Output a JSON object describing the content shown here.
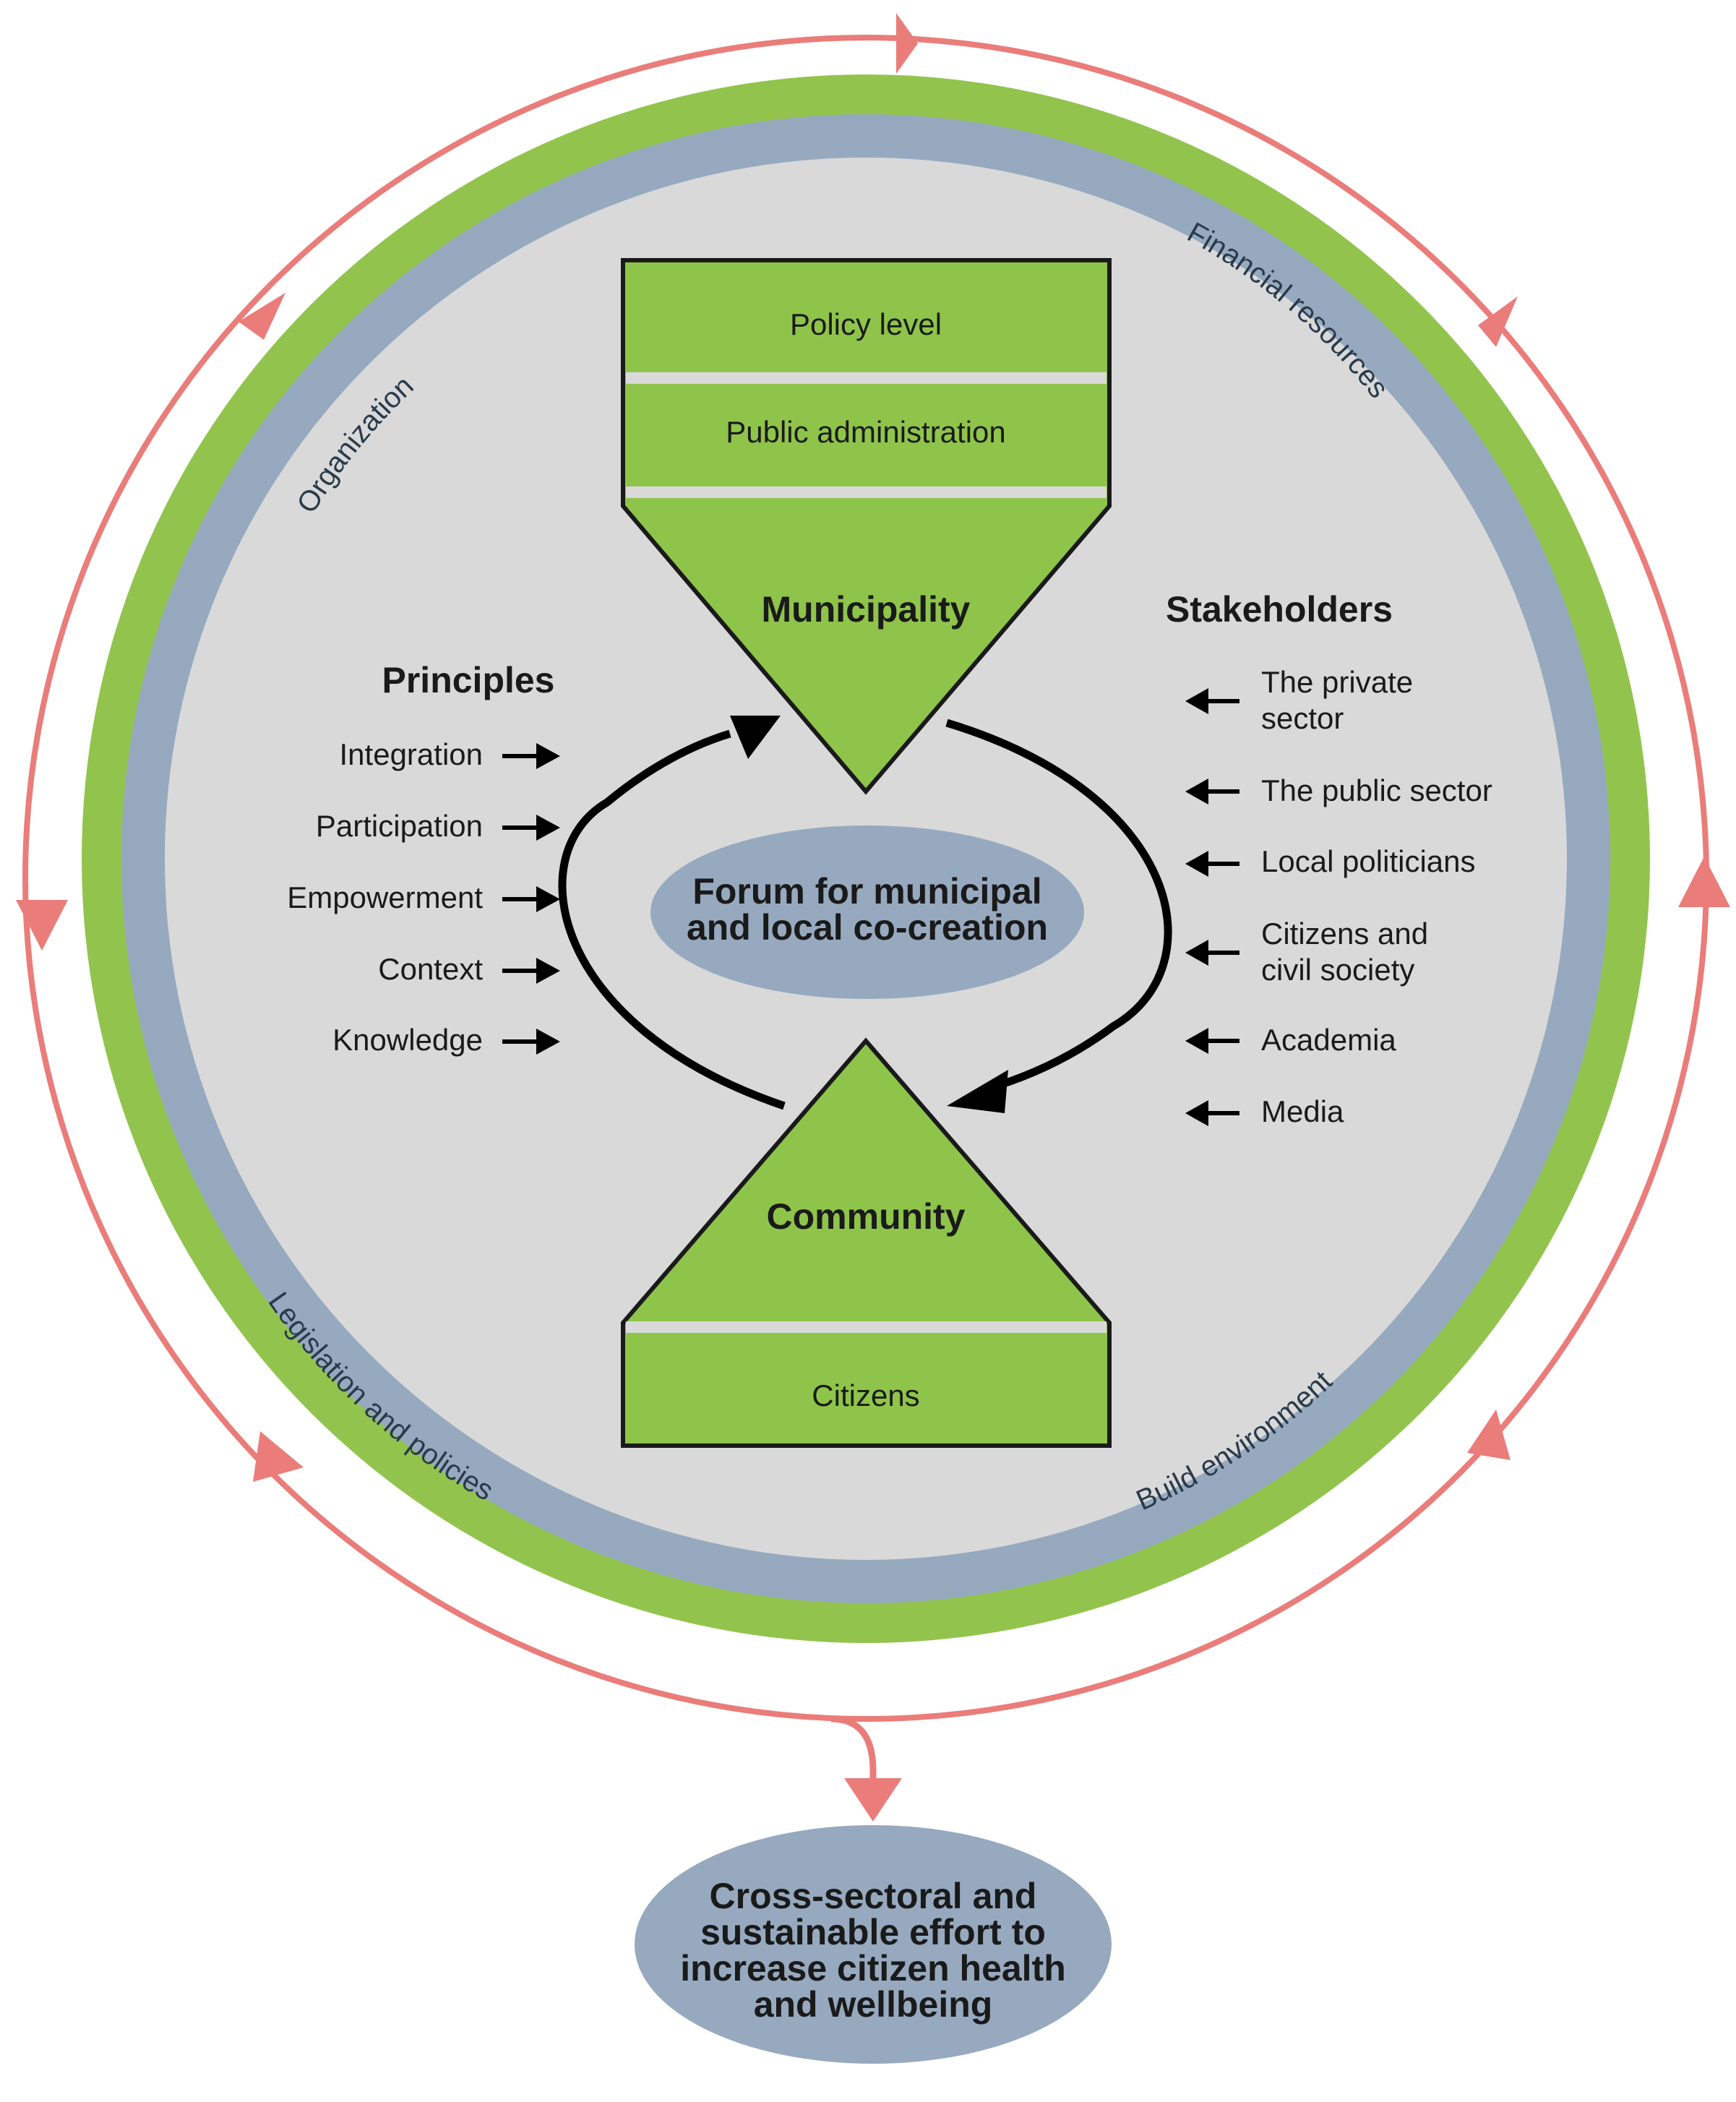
{
  "colors": {
    "outer_cycle": "#ea7c7a",
    "green_ring": "#92c44d",
    "blue_ring": "#96a9bf",
    "inner_disc": "#d9d9d9",
    "box_fill": "#8fc44a",
    "ellipse_fill": "#96a9bf",
    "arrow": "#000000"
  },
  "ring_labels": {
    "top_left": "Organization",
    "top_right": "Financial resources",
    "bottom_left": "Legislation and policies",
    "bottom_right": "Build environment"
  },
  "municipality": {
    "policy_level": "Policy level",
    "public_administration": "Public administration",
    "title": "Municipality"
  },
  "community": {
    "title": "Community",
    "citizens": "Citizens"
  },
  "forum": {
    "line1": "Forum for municipal",
    "line2": "and local co-creation"
  },
  "principles": {
    "title": "Principles",
    "items": [
      "Integration",
      "Participation",
      "Empowerment",
      "Context",
      "Knowledge"
    ]
  },
  "stakeholders": {
    "title": "Stakeholders",
    "items": [
      [
        "The private",
        "sector"
      ],
      [
        "The public sector"
      ],
      [
        "Local politicians"
      ],
      [
        "Citizens and",
        "civil society"
      ],
      [
        "Academia"
      ],
      [
        "Media"
      ]
    ]
  },
  "outcome": {
    "lines": [
      "Cross-sectoral and",
      "sustainable effort to",
      "increase citizen health",
      "and wellbeing"
    ]
  }
}
